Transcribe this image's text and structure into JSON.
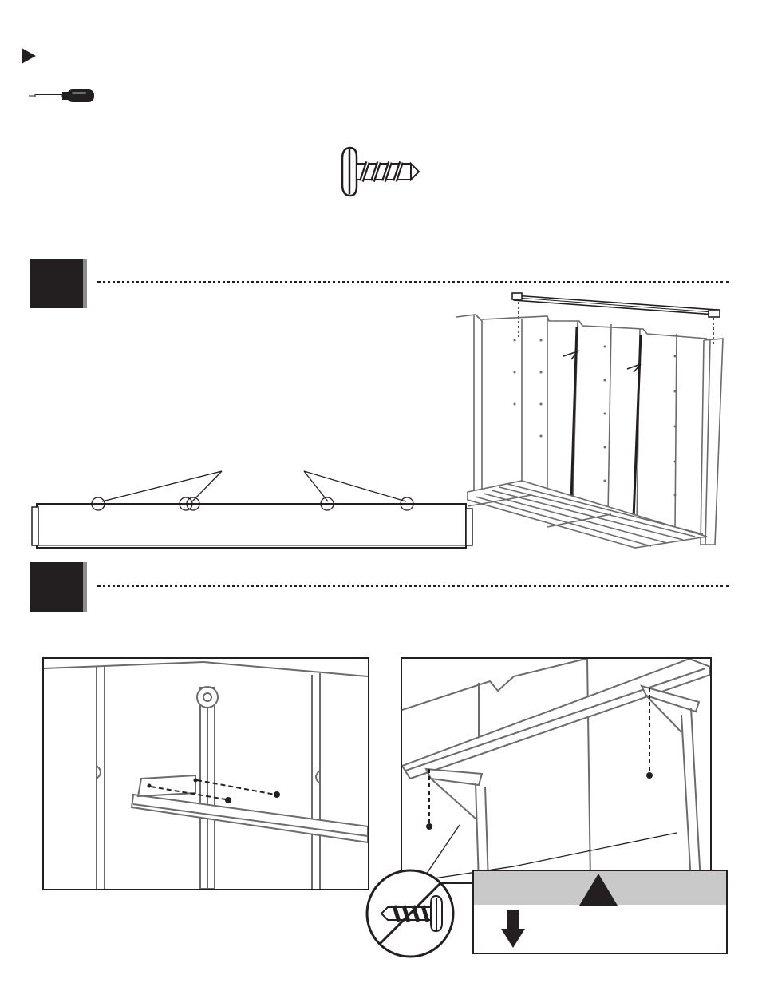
{
  "page": {
    "section_marker": "play-triangle",
    "tool": "phillips-screwdriver-icon",
    "hardware": "pan-head-screw-icon"
  },
  "steps": [
    {
      "name": "step-1",
      "badge_color": "#231f20"
    },
    {
      "name": "step-2",
      "badge_color": "#231f20"
    }
  ],
  "details": {
    "no_screw_symbol": "no-screw-icon",
    "warning_symbol": "warning-triangle-icon",
    "warning_arrow": "down-arrow-icon",
    "warning_band_color": "#c9c9c9"
  }
}
